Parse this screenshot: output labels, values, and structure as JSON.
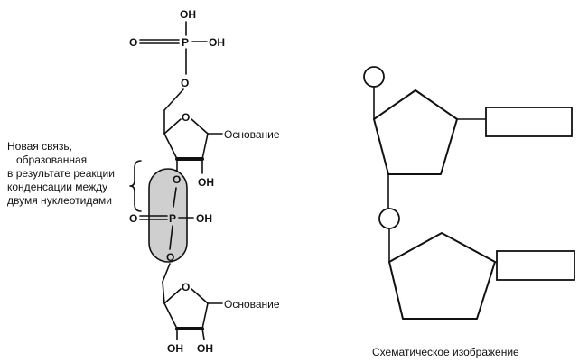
{
  "atoms": {
    "oh": "OH",
    "o": "O",
    "p": "P"
  },
  "labels": {
    "base": "Основание"
  },
  "annotation": {
    "lines": [
      "Новая связь,",
      "образованная",
      "в результате реакции",
      "конденсации между",
      "двумя нуклеотидами"
    ]
  },
  "schematic": {
    "caption": "Схематическое изображение"
  },
  "colors": {
    "line": "#111111",
    "highlight_fill": "#cfcfcf"
  }
}
